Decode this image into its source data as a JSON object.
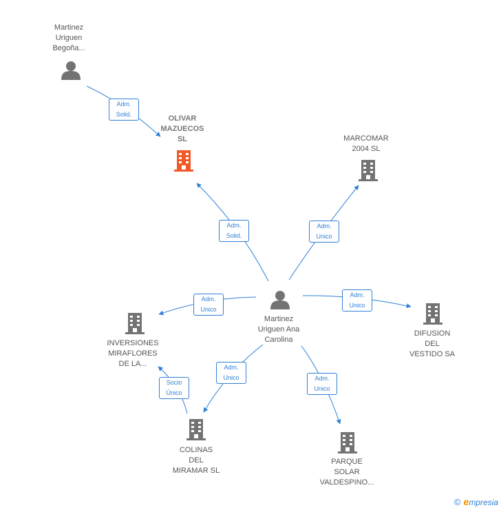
{
  "colors": {
    "edge": "#2f7fd6",
    "person": "#737373",
    "company": "#737373",
    "main_company": "#f05a28"
  },
  "nodes": {
    "begona": {
      "lines": [
        "Martinez",
        "Uriguen",
        "Begoña..."
      ],
      "icon": "person-icon"
    },
    "olivar": {
      "lines": [
        "OLIVAR",
        "MAZUECOS",
        "SL"
      ],
      "icon": "building-icon"
    },
    "marcomar": {
      "lines": [
        "MARCOMAR",
        "2004 SL"
      ],
      "icon": "building-icon"
    },
    "ana": {
      "lines": [
        "Martinez",
        "Uriguen Ana",
        "Carolina"
      ],
      "icon": "person-icon"
    },
    "inversiones": {
      "lines": [
        "INVERSIONES",
        "MIRAFLORES",
        "DE LA..."
      ],
      "icon": "building-icon"
    },
    "difusion": {
      "lines": [
        "DIFUSION",
        "DEL",
        "VESTIDO SA"
      ],
      "icon": "building-icon"
    },
    "colinas": {
      "lines": [
        "COLINAS",
        "DEL",
        "MIRAMAR SL"
      ],
      "icon": "building-icon"
    },
    "parque": {
      "lines": [
        "PARQUE",
        "SOLAR",
        "VALDESPINO..."
      ],
      "icon": "building-icon"
    }
  },
  "edges": {
    "begona_olivar": [
      "Adm.",
      "Solid."
    ],
    "ana_olivar": [
      "Adm.",
      "Solid."
    ],
    "ana_marcomar": [
      "Adm.",
      "Unico"
    ],
    "ana_inversiones": [
      "Adm.",
      "Unico"
    ],
    "ana_difusion": [
      "Adm.",
      "Unico"
    ],
    "ana_colinas": [
      "Adm.",
      "Unico"
    ],
    "ana_parque": [
      "Adm.",
      "Unico"
    ],
    "colinas_inversiones": [
      "Socio",
      "Único"
    ]
  },
  "brand": {
    "copyright": "©",
    "initial": "e",
    "name": "mpresia"
  }
}
